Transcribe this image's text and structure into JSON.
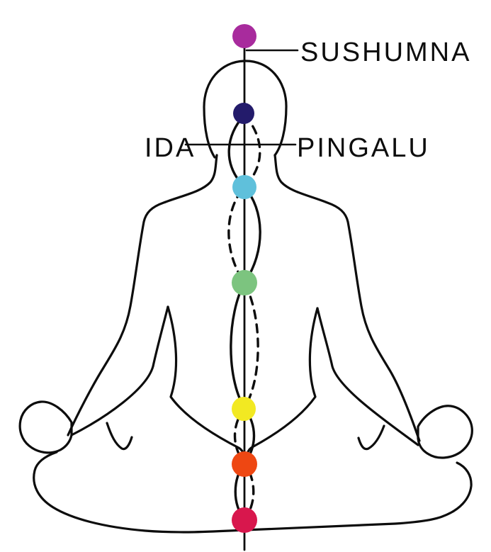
{
  "figure": {
    "background": "#ffffff",
    "stroke_color": "#0d0d0d"
  },
  "labels": {
    "sushumna": "SUSHUMNA",
    "ida": "IDA",
    "pingalu": "PINGALU"
  },
  "chakras": [
    {
      "name": "crown",
      "color": "#a82b9d"
    },
    {
      "name": "third-eye",
      "color": "#231b6b"
    },
    {
      "name": "throat",
      "color": "#5fc0db"
    },
    {
      "name": "heart",
      "color": "#7cc47f"
    },
    {
      "name": "solar-plexus",
      "color": "#f2e922"
    },
    {
      "name": "sacral",
      "color": "#ee4712"
    },
    {
      "name": "root",
      "color": "#d8174d"
    }
  ]
}
